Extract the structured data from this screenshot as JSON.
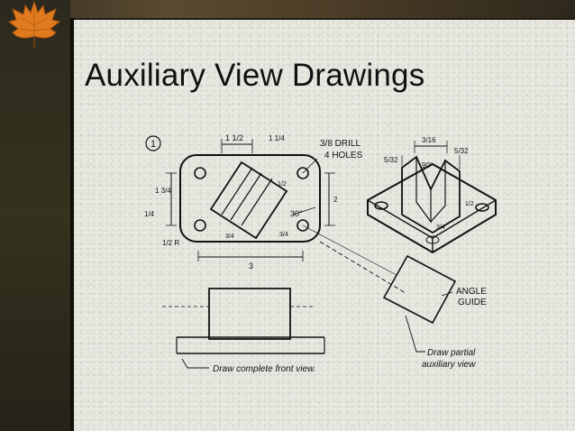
{
  "slide": {
    "title": "Auxiliary View Drawings"
  },
  "drawing": {
    "problem_number": "1",
    "dims": {
      "top_width": "1 1/2",
      "top_right": "1 1/4",
      "left_height": "1 3/4",
      "left_small": "1/4",
      "right_height": "2",
      "bottom_width": "3",
      "radius": "1/2 R",
      "angle": "30°",
      "inner_width": "1/2",
      "inner_small": "3/4",
      "side_small": "3/4",
      "iso_top": "3/16",
      "iso_left": "5/32",
      "iso_right": "5/32",
      "iso_angle": "90°",
      "iso_side": "1/2",
      "iso_bottom": "3/4"
    },
    "notes": {
      "drill_line1": "3/8 DRILL",
      "drill_line2": "4 HOLES",
      "angle_guide_line1": "ANGLE",
      "angle_guide_line2": "GUIDE",
      "front_view": "Draw complete front view.",
      "aux_line1": "Draw partial",
      "aux_line2": "auxiliary view"
    }
  },
  "colors": {
    "slide_bg": "#e9e9e2",
    "frame": "#2c2a1e",
    "leaf": "#e07a1e",
    "ink": "#111111"
  }
}
